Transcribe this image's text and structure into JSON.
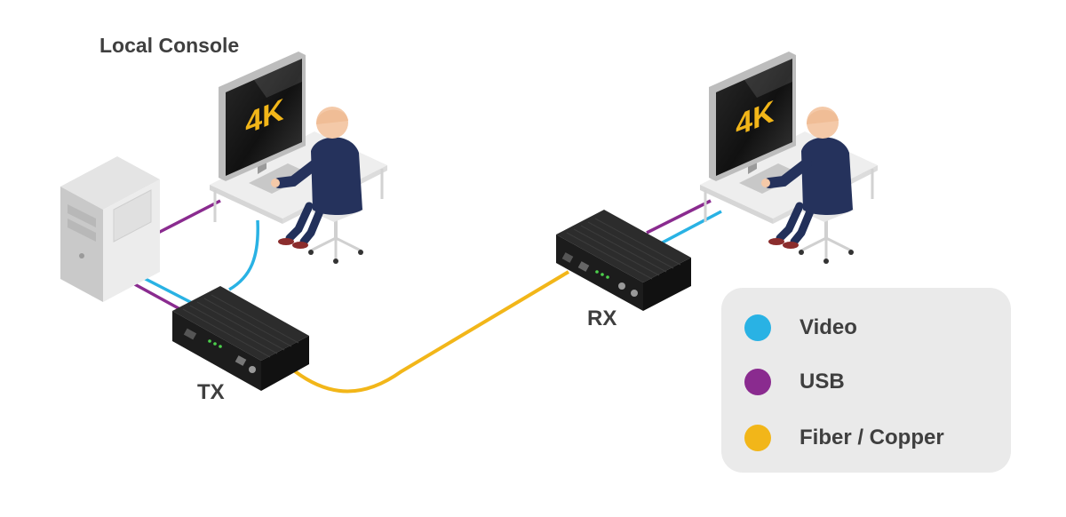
{
  "title": "Local Console",
  "tx_label": "TX",
  "rx_label": "RX",
  "monitor_text": "4K",
  "colors": {
    "video": "#29b2e4",
    "usb": "#8a2b8f",
    "fiber": "#f2b619"
  },
  "legend": {
    "items": [
      {
        "label": "Video",
        "color": "#29b2e4"
      },
      {
        "label": "USB",
        "color": "#8a2b8f"
      },
      {
        "label": "Fiber / Copper",
        "color": "#f2b619"
      }
    ]
  }
}
